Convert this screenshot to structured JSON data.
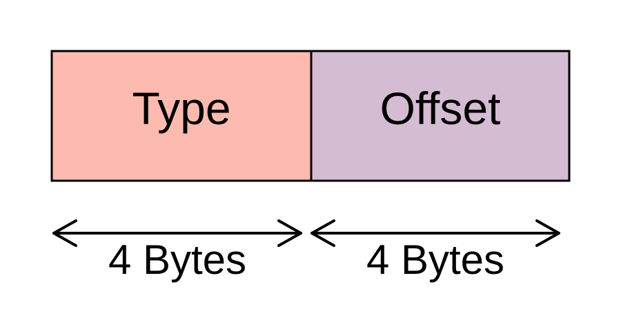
{
  "fields": [
    {
      "name": "Type",
      "size": "4 Bytes",
      "color": "#fdbbb0"
    },
    {
      "name": "Offset",
      "size": "4 Bytes",
      "color": "#d4bcd2"
    }
  ],
  "border_color": "#000000",
  "background": "#ffffff"
}
